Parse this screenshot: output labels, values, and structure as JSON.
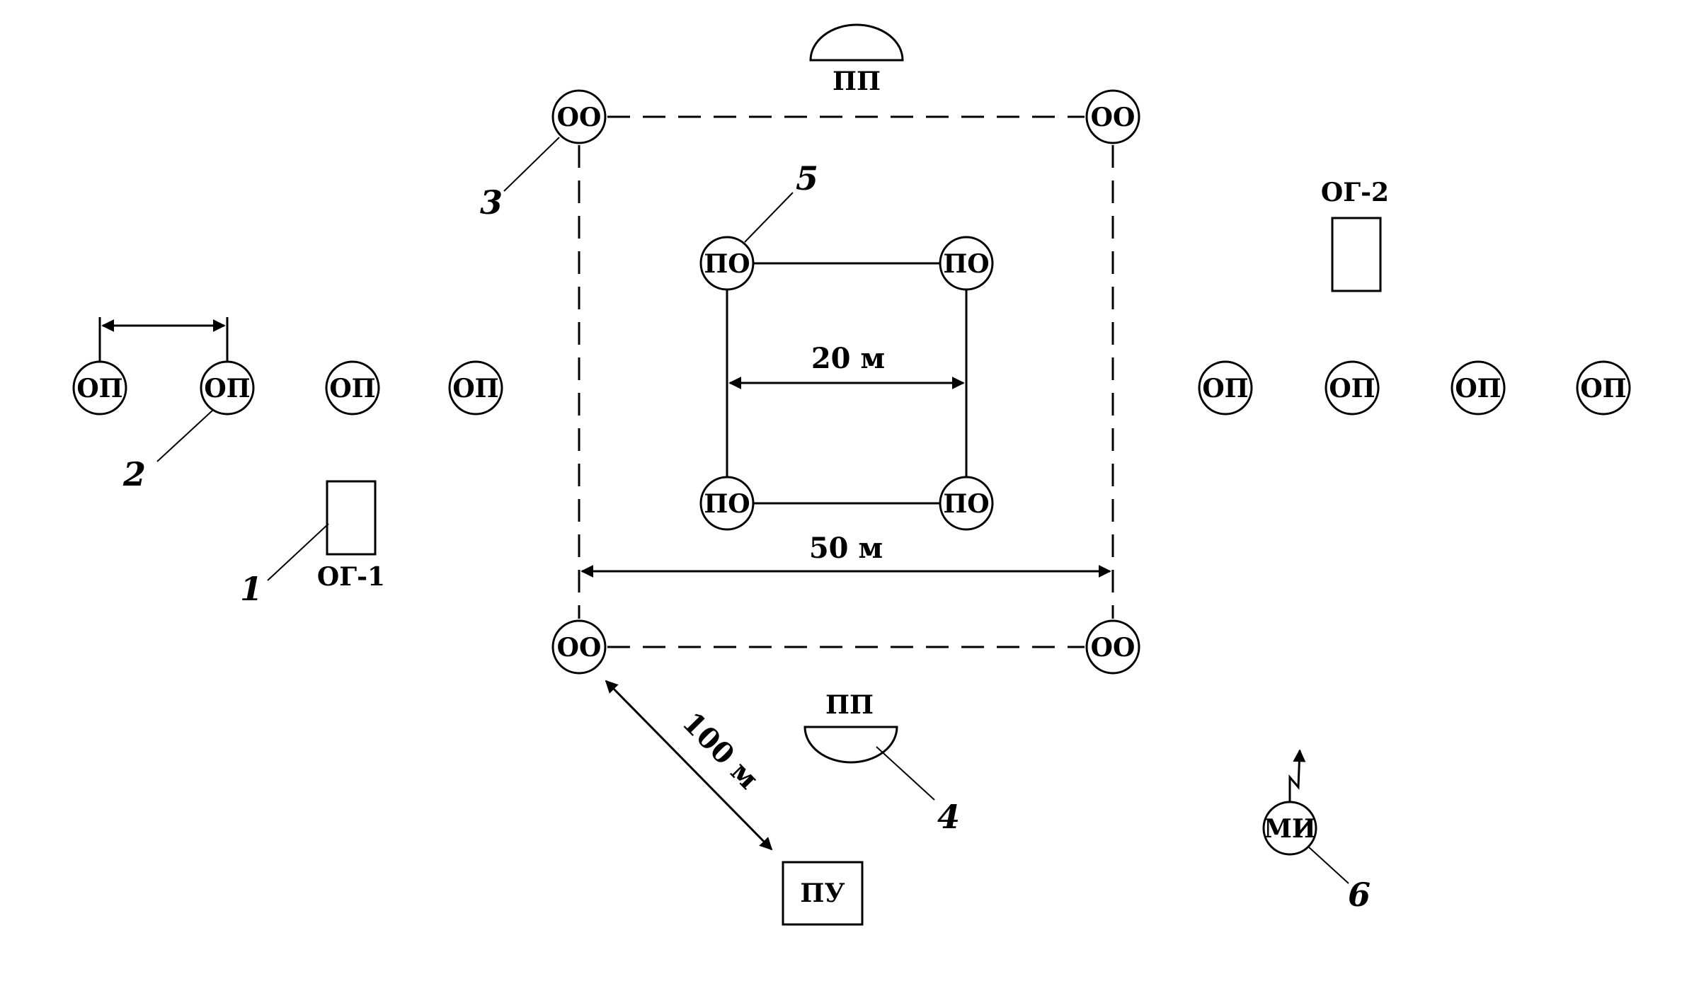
{
  "labels": {
    "oo": "ОО",
    "po": "ПО",
    "op": "ОП",
    "pp": "ПП",
    "og1": "ОГ-1",
    "og2": "ОГ-2",
    "pu": "ПУ",
    "mi": "МИ"
  },
  "dimensions": {
    "inner": "20 м",
    "outer": "50 м",
    "distance": "100 м"
  },
  "callouts": {
    "c1": "1",
    "c2": "2",
    "c3": "3",
    "c4": "4",
    "c5": "5",
    "c6": "6"
  },
  "colors": {
    "line": "#000000",
    "background": "#ffffff"
  }
}
